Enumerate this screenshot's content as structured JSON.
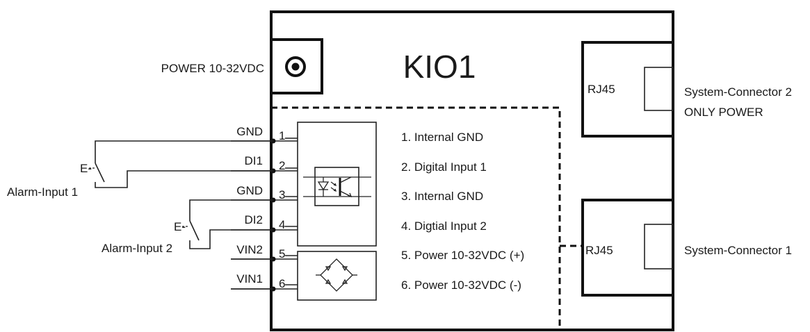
{
  "module": {
    "title": "KIO1"
  },
  "power": {
    "label": "POWER 10-32VDC"
  },
  "connectors": {
    "top": {
      "port": "RJ45",
      "label_line1": "System-Connector 2",
      "label_line2": "ONLY POWER"
    },
    "bottom": {
      "port": "RJ45",
      "label": "System-Connector 1"
    }
  },
  "terminals": [
    {
      "name": "GND",
      "number": "1",
      "description": "1. Internal GND"
    },
    {
      "name": "DI1",
      "number": "2",
      "description": "2. Digital Input 1"
    },
    {
      "name": "GND",
      "number": "3",
      "description": "3. Internal GND"
    },
    {
      "name": "DI2",
      "number": "4",
      "description": "4. Digtial Input 2"
    },
    {
      "name": "VIN2",
      "number": "5",
      "description": "5. Power 10-32VDC (+)"
    },
    {
      "name": "VIN1",
      "number": "6",
      "description": "6. Power 10-32VDC (-)"
    }
  ],
  "alarm_inputs": [
    {
      "label": "Alarm-Input 1",
      "switch_symbol": "E-"
    },
    {
      "label": "Alarm-Input 2",
      "switch_symbol": "E-"
    }
  ]
}
